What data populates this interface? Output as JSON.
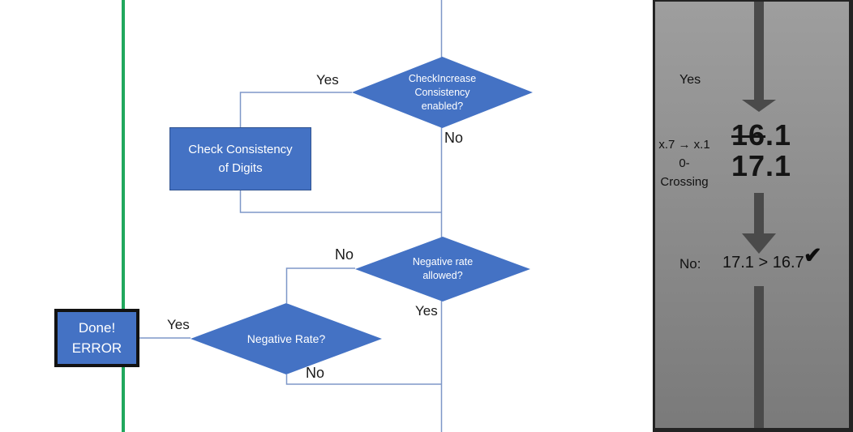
{
  "flowchart": {
    "decision_check_increase": {
      "text": "CheckIncrease\nConsistency\nenabled?"
    },
    "process_check_consistency": {
      "text": "Check Consistency\nof Digits"
    },
    "decision_negative_rate_allowed": {
      "text": "Negative rate\nallowed?"
    },
    "decision_negative_rate": {
      "text": "Negative Rate?"
    },
    "terminal_done_error": {
      "text": "Done!\nERROR"
    },
    "labels": {
      "check_increase_yes": "Yes",
      "check_increase_no": "No",
      "negative_rate_allowed_no": "No",
      "negative_rate_allowed_yes": "Yes",
      "negative_rate_yes": "Yes",
      "negative_rate_no": "No"
    }
  },
  "side_panel": {
    "yes_label": "Yes",
    "annotation": "x.7 → x.1\n0-Crossing",
    "crossed_value": "16",
    "crossed_value_suffix": ".1",
    "new_value": "17.1",
    "no_label": "No:",
    "comparison": "17.1 > 16.7",
    "checkmark": "✔"
  },
  "colors": {
    "shape_fill": "#4472c4",
    "shape_border": "#2f528f",
    "connector": "#7e97c8",
    "green_line": "#21a75d",
    "panel_arrow": "#4a4a4a"
  }
}
